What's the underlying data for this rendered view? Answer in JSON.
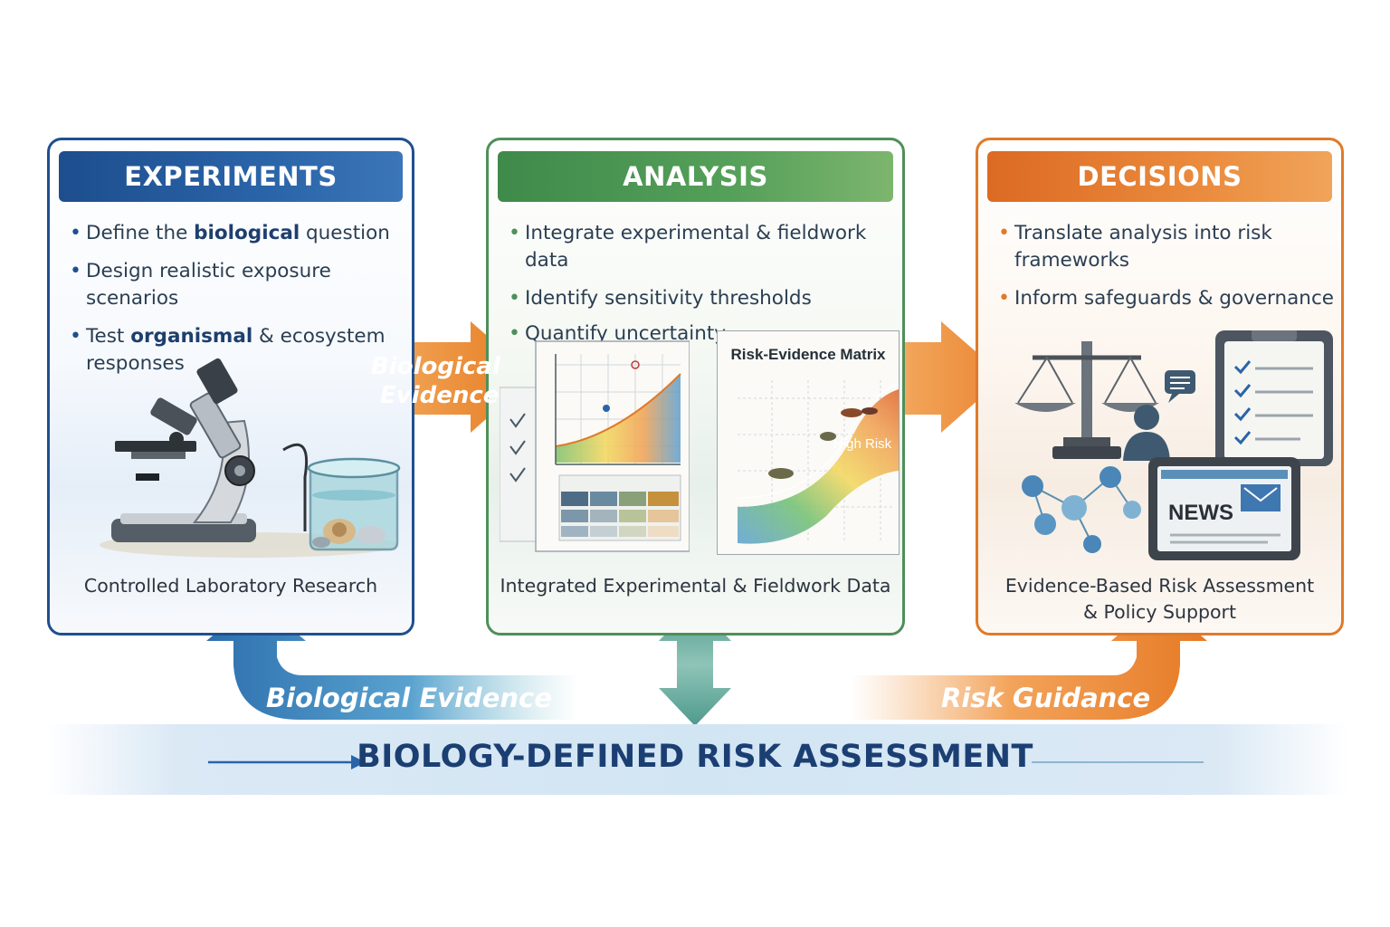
{
  "panels": {
    "experiments": {
      "title": "EXPERIMENTS",
      "bullets": [
        {
          "pre": "Define the ",
          "bold": "biological",
          "post": " question"
        },
        {
          "pre": "Design realistic exposure scenarios",
          "bold": "",
          "post": ""
        },
        {
          "pre": "Test ",
          "bold": "organismal",
          "post": " & ecosystem responses"
        }
      ],
      "caption": "Controlled Laboratory Research"
    },
    "analysis": {
      "title": "ANALYSIS",
      "bullets": [
        "Integrate experimental & fieldwork data",
        "Identify sensitivity thresholds",
        "Quantify uncertainty"
      ],
      "matrix_title": "Risk-Evidence Matrix",
      "matrix_label": "High Risk",
      "caption": "Integrated Experimental & Fieldwork Data"
    },
    "decisions": {
      "title": "DECISIONS",
      "bullets": [
        "Translate analysis into risk frameworks",
        "Inform safeguards & governance"
      ],
      "news_label": "NEWS",
      "caption_line1": "Evidence-Based Risk Assessment",
      "caption_line2": "& Policy Support"
    }
  },
  "arrows": {
    "top_left_label_1": "Biological",
    "top_left_label_2": "Evidence",
    "bottom_left_label": "Biological Evidence",
    "bottom_right_label": "Risk Guidance"
  },
  "footer": {
    "title": "BIOLOGY-DEFINED RISK ASSESSMENT"
  },
  "colors": {
    "experiments": "#1f4f8f",
    "analysis": "#4f8f5a",
    "decisions": "#e07a2a",
    "footer_text": "#1b3f73"
  }
}
